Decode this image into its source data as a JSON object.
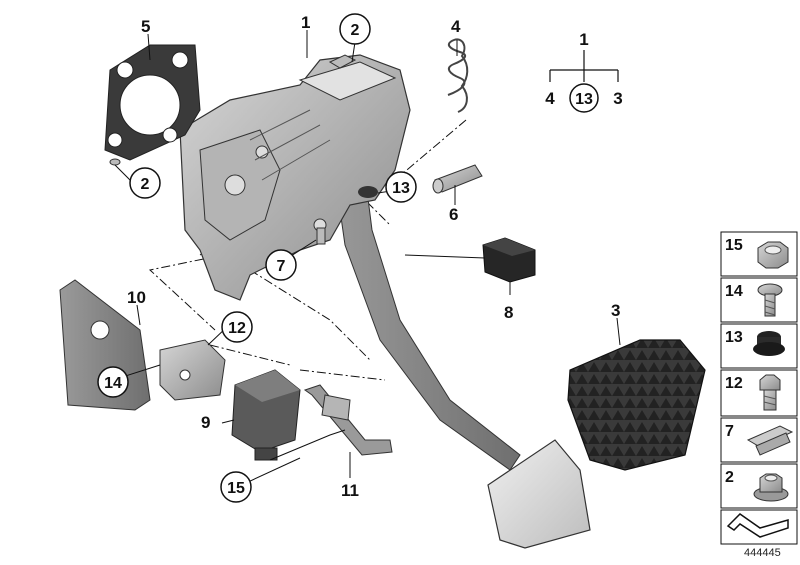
{
  "diagram": {
    "document_number": "444445",
    "tree": {
      "top": "1",
      "left": "4",
      "middle": "13",
      "right": "3"
    },
    "callouts": {
      "c1": "1",
      "c2_top": "2",
      "c2_gasket": "2",
      "c3": "3",
      "c4": "4",
      "c5": "5",
      "c6": "6",
      "c7": "7",
      "c8": "8",
      "c9": "9",
      "c10": "10",
      "c11": "11",
      "c12": "12",
      "c13": "13",
      "c14": "14",
      "c15": "15"
    },
    "legend": [
      {
        "number": "15",
        "icon": "hex-nut-icon"
      },
      {
        "number": "14",
        "icon": "torx-screw-icon"
      },
      {
        "number": "13",
        "icon": "rubber-grommet-icon"
      },
      {
        "number": "12",
        "icon": "hex-bolt-icon"
      },
      {
        "number": "7",
        "icon": "spring-clip-icon"
      },
      {
        "number": "2",
        "icon": "flange-nut-icon"
      }
    ],
    "bottom_icon": "diagram-arrow-icon"
  }
}
